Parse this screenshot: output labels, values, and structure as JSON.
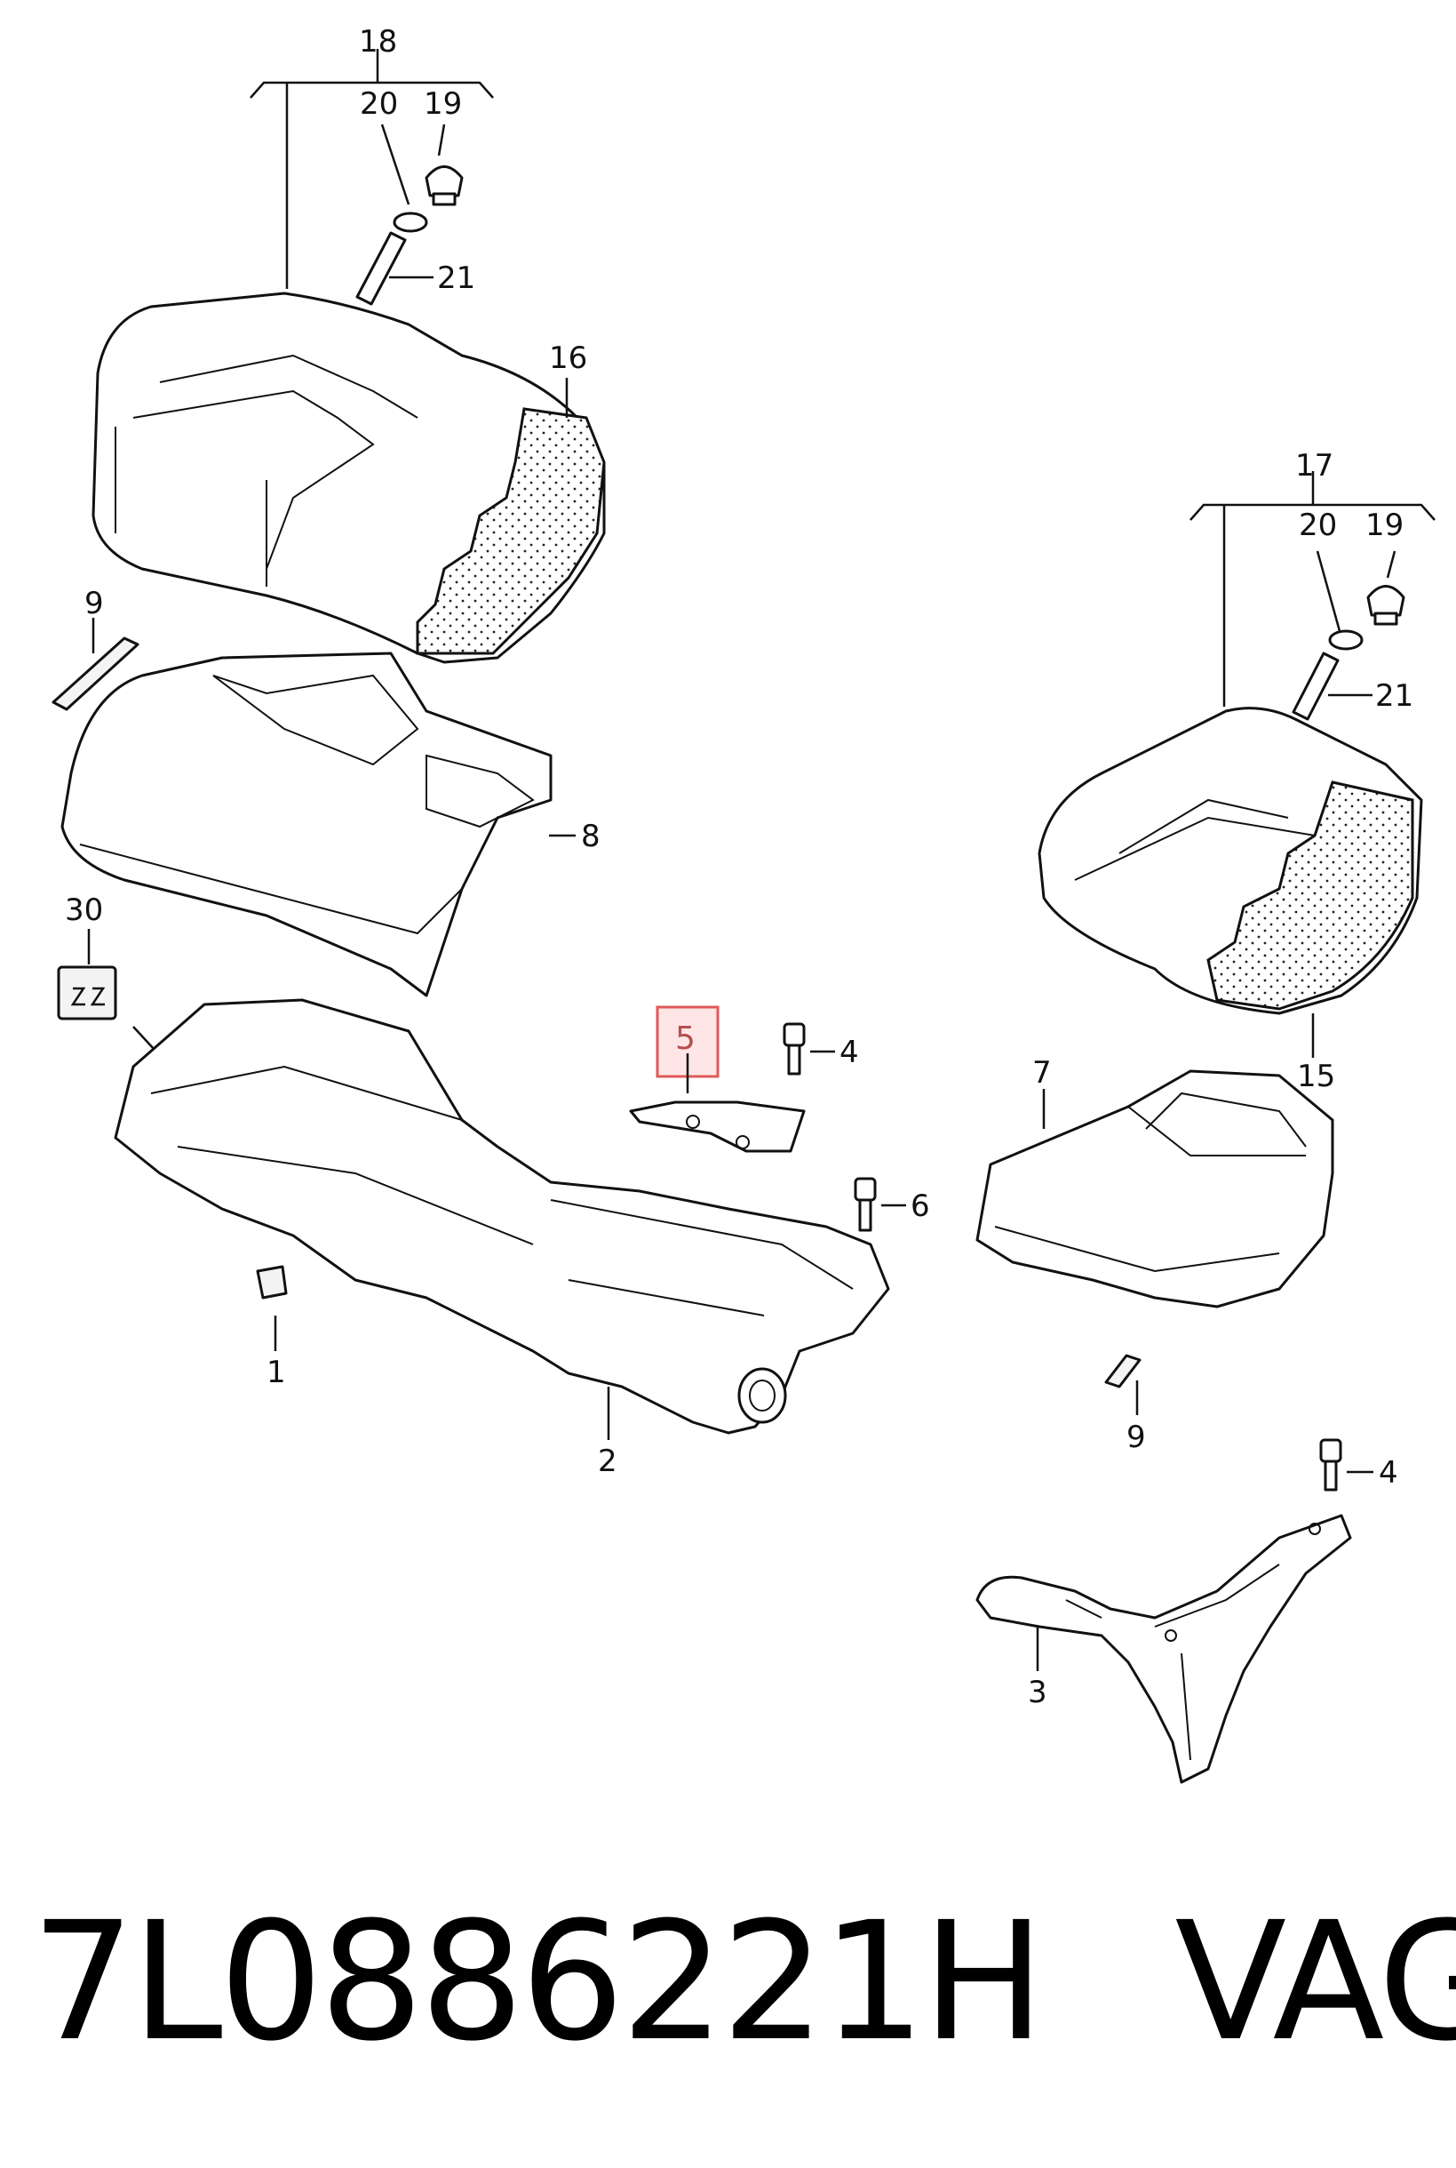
{
  "labels": {
    "l18": "18",
    "l20a": "20",
    "l19a": "19",
    "l21a": "21",
    "l16": "16",
    "l17": "17",
    "l20b": "20",
    "l19b": "19",
    "l21b": "21",
    "l9a": "9",
    "l8": "8",
    "l30": "30",
    "l5": "5",
    "l4a": "4",
    "l6": "6",
    "l7": "7",
    "l15": "15",
    "l1": "1",
    "l2": "2",
    "l9b": "9",
    "l4b": "4",
    "l3": "3"
  },
  "highlighted_part": "5",
  "footer": {
    "part_number": "7L0886221H",
    "brand": "VAG"
  }
}
